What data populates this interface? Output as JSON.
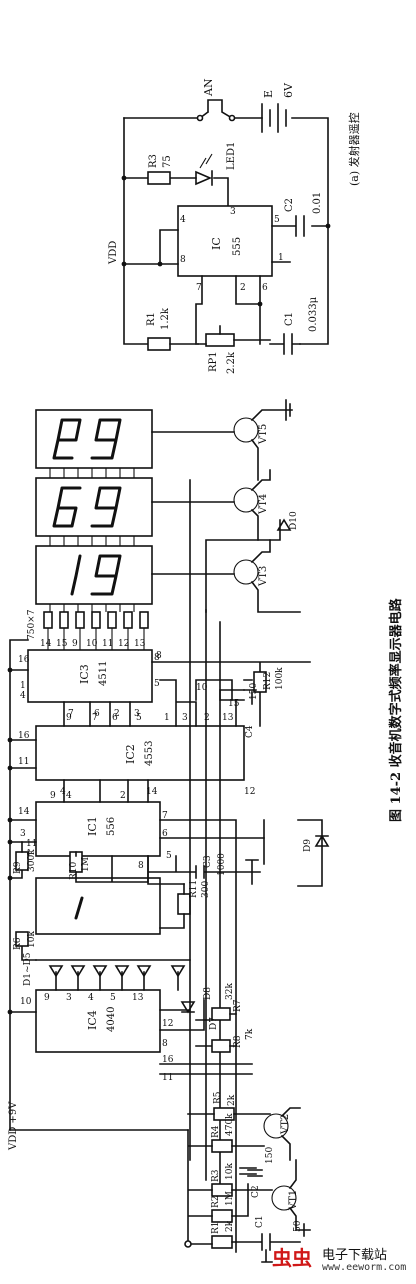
{
  "figure": {
    "caption": "图 14-2   收音机数字式频率显示器电路",
    "sub_caption": "(a) 发射器遥控"
  },
  "transmitter": {
    "an": "AN",
    "e": "E",
    "e_value": "6V",
    "r3": "R3",
    "r3_value": "75",
    "led": "LED1",
    "c2": "C2",
    "c2_value": "0.01",
    "ic": "IC",
    "ic_part": "555",
    "vdd": "VDD",
    "r1": "R1",
    "r1_value": "1.2k",
    "rp1": "RP1",
    "rp1_value": "2.2k",
    "c1": "C1",
    "c1_value": "0.033μ",
    "pins": [
      "4",
      "8",
      "3",
      "5",
      "1",
      "7",
      "2",
      "6"
    ]
  },
  "main_circuit": {
    "vdd_label": "VDD +9V",
    "ics": [
      {
        "name": "IC3",
        "part": "4511"
      },
      {
        "name": "IC2",
        "part": "4553"
      },
      {
        "name": "IC1",
        "part": "556"
      },
      {
        "name": "IC4",
        "part": "4040"
      }
    ],
    "array_label": "750×7",
    "ic3_pins": [
      "14",
      "15",
      "9",
      "10",
      "11",
      "12",
      "13",
      "16",
      "1",
      "4",
      "5",
      "8",
      "7",
      "6",
      "2",
      "3"
    ],
    "ic2_pins": [
      "16",
      "11",
      "9",
      "7",
      "6",
      "5",
      "1",
      "3",
      "2",
      "13",
      "15",
      "10",
      "12",
      "14",
      "8",
      "4"
    ],
    "ic1_pins": [
      "14",
      "3",
      "11",
      "9",
      "4",
      "2",
      "7",
      "6",
      "8",
      "5",
      "1"
    ],
    "ic4_pins": [
      "10",
      "9",
      "3",
      "4",
      "5",
      "13",
      "12",
      "8",
      "16",
      "11"
    ],
    "transistors": [
      "VT5",
      "VT4",
      "VT3",
      "VT2",
      "VT1"
    ],
    "diodes": [
      "D10",
      "D9",
      "D8",
      "D7",
      "D1~D5"
    ],
    "resistors": [
      {
        "name": "R11",
        "value": "300"
      },
      {
        "name": "R12",
        "value": "100k"
      },
      {
        "name": "R10",
        "value": "1M"
      },
      {
        "name": "R9",
        "value": "300k"
      },
      {
        "name": "R6",
        "value": "10k"
      },
      {
        "name": "R7",
        "value": "32k"
      },
      {
        "name": "R8",
        "value": "7k"
      },
      {
        "name": "R5",
        "value": "2k"
      },
      {
        "name": "R4",
        "value": "470k"
      },
      {
        "name": "R3",
        "value": "10k"
      },
      {
        "name": "R2",
        "value": "1M"
      },
      {
        "name": "R1",
        "value": "2k"
      }
    ],
    "capacitors": [
      {
        "name": "C3",
        "value": "1000"
      },
      {
        "name": "C4",
        "value": "150"
      },
      {
        "name": "C2",
        "value": "150"
      },
      {
        "name": "C1",
        "value": "50"
      }
    ]
  },
  "watermark": {
    "logo": "虫虫",
    "name": "电子下载站",
    "url": "www.eeworm.com"
  }
}
